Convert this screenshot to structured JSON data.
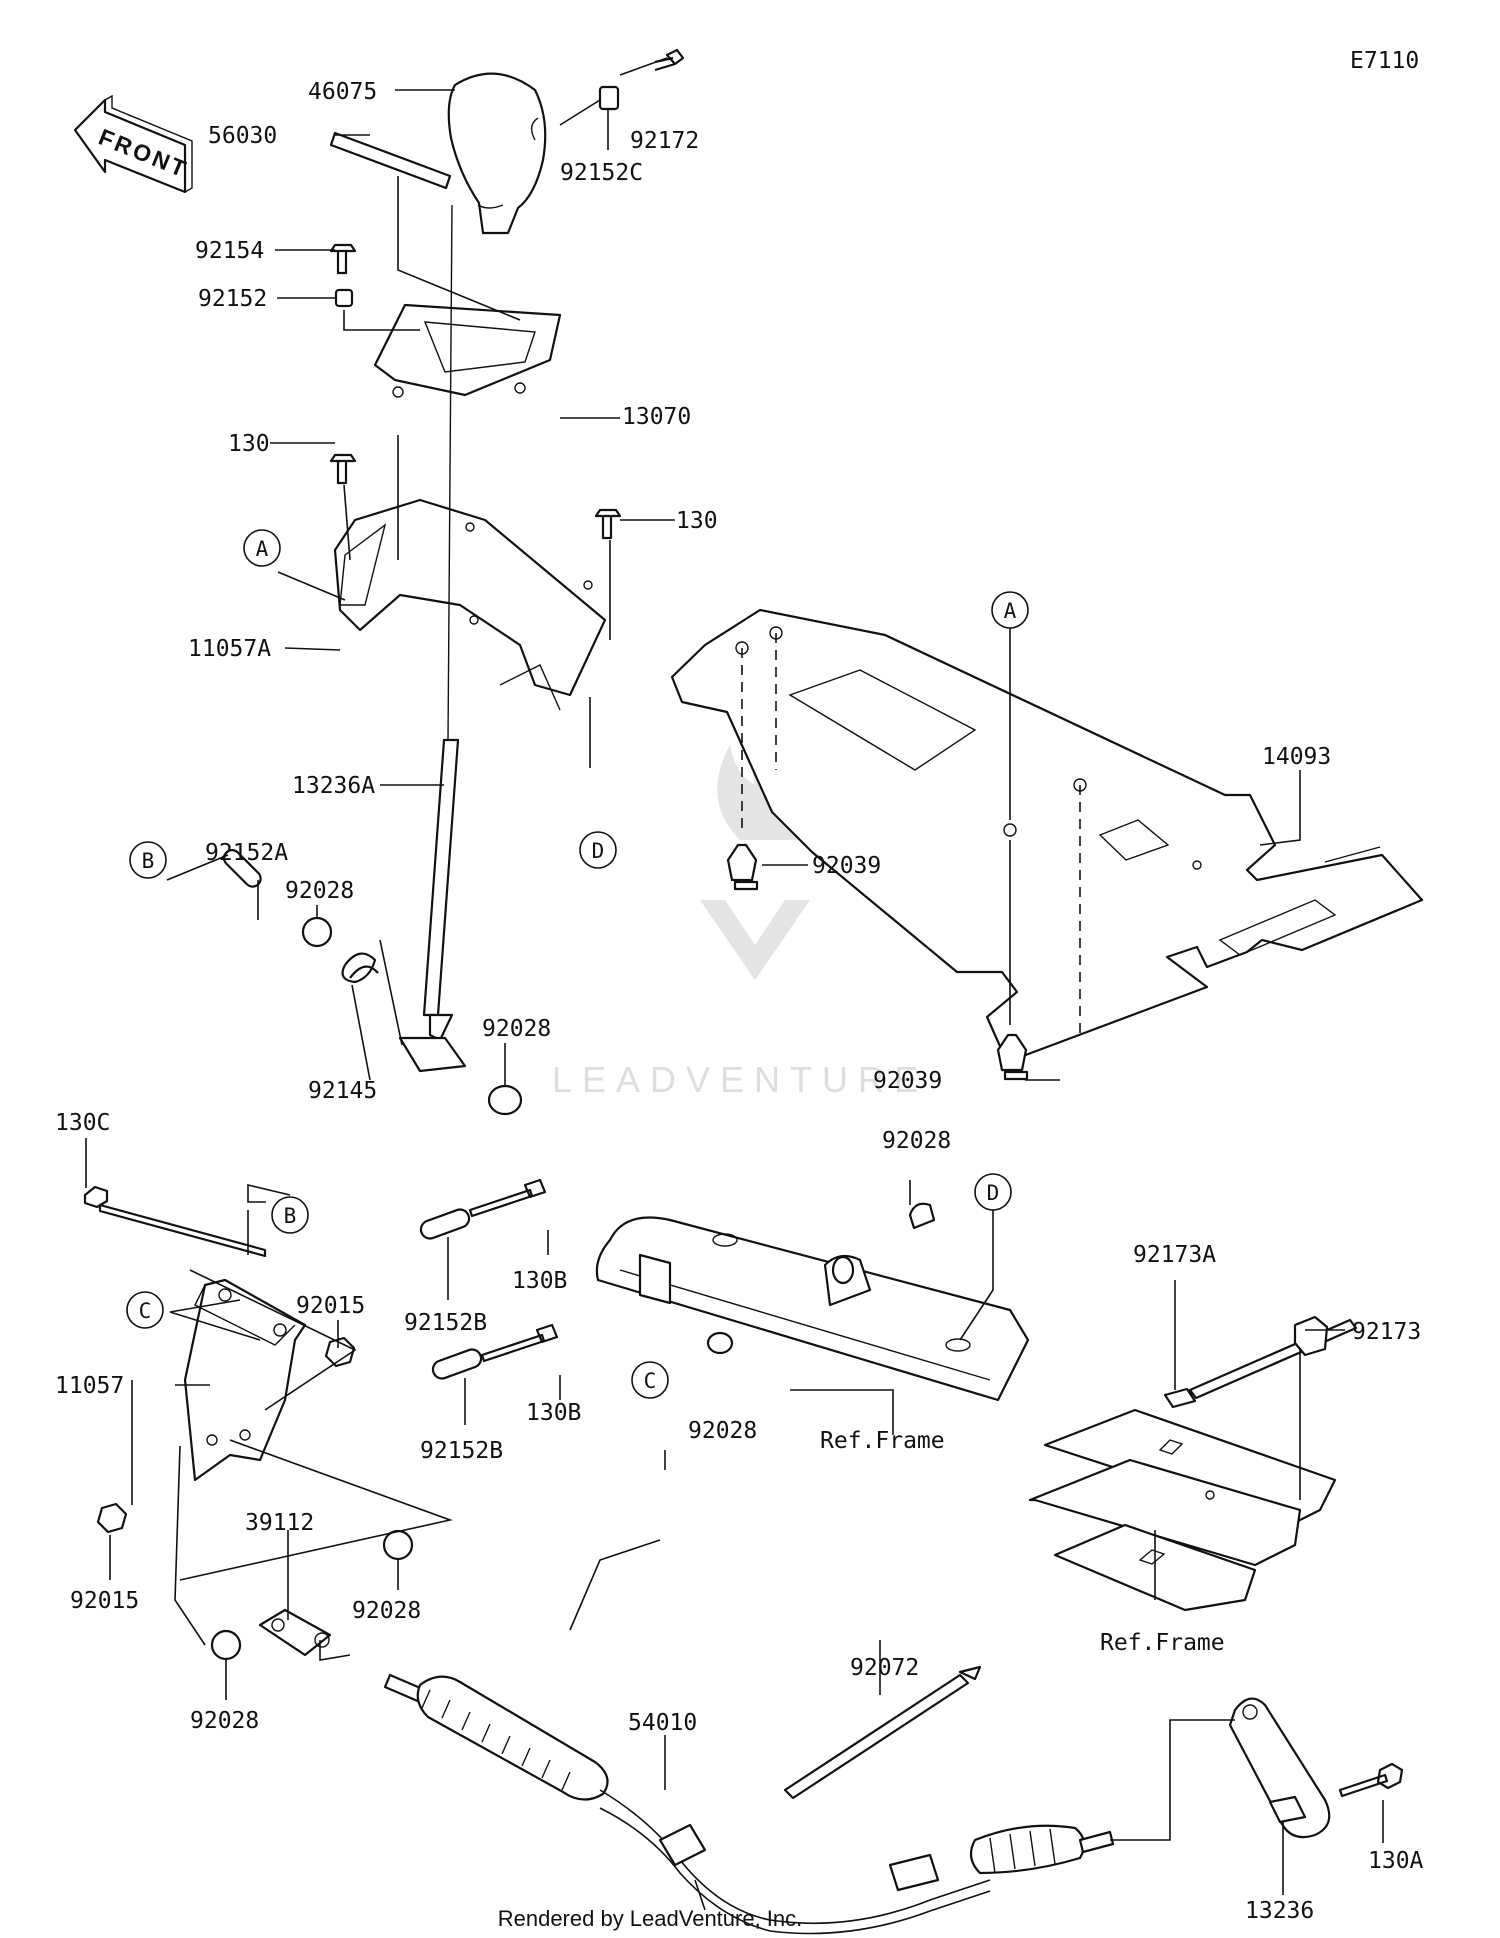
{
  "diagram_code": "E7110",
  "front_marker": "FRONT",
  "footer": "Rendered by LeadVenture, Inc.",
  "watermark": "LEADVENTURE",
  "ref_frame_labels": [
    "Ref.Frame",
    "Ref.Frame"
  ],
  "callout_letters": [
    "A",
    "A",
    "B",
    "B",
    "C",
    "C",
    "D",
    "D"
  ],
  "part_labels": [
    "46075",
    "56030",
    "92172",
    "92152C",
    "92154",
    "92152",
    "13070",
    "130",
    "130",
    "11057A",
    "13236A",
    "92152A",
    "92028",
    "92145",
    "92028",
    "14093",
    "92039",
    "92039",
    "130C",
    "92015",
    "92152B",
    "130B",
    "11057",
    "92152B",
    "130B",
    "92028",
    "92028",
    "92173A",
    "92173",
    "92015",
    "39112",
    "92028",
    "92028",
    "92072",
    "54010",
    "130A",
    "13236"
  ]
}
